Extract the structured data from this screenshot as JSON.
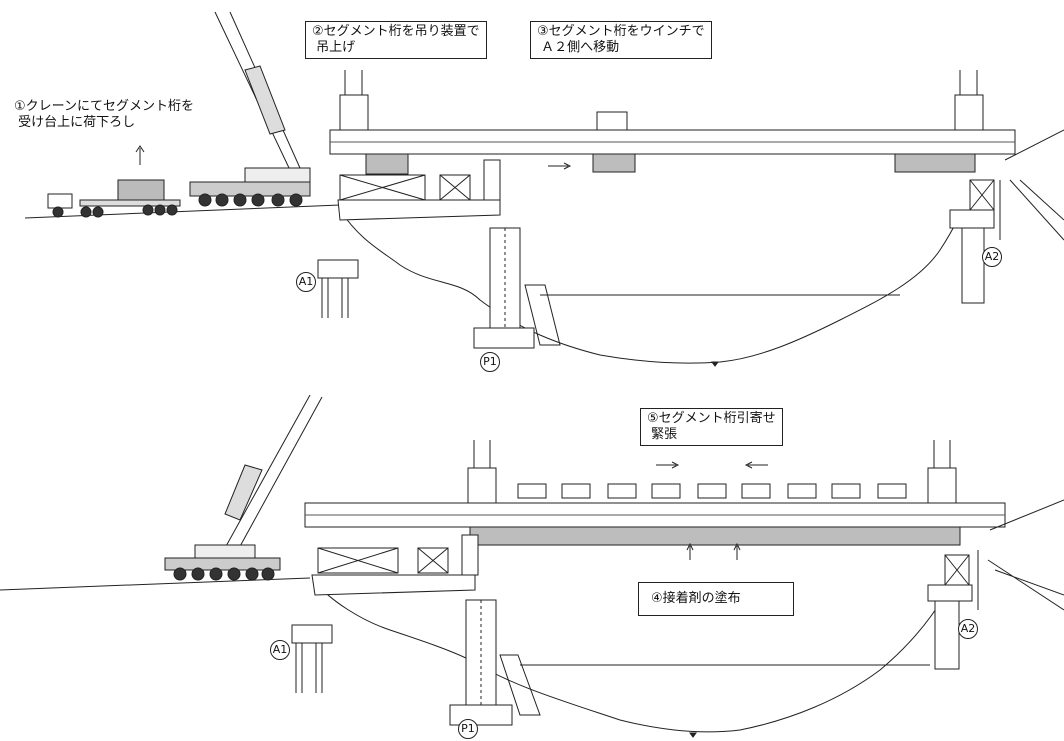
{
  "notes": {
    "step1": "①クレーンにてセグメント桁を\n 受け台上に荷下ろし",
    "step2": "②セグメント桁を吊り装置で\n 吊上げ",
    "step3": "③セグメント桁をウインチで\n Ａ２側へ移動",
    "step4": "④接着剤の塗布",
    "step5": "⑤セグメント桁引寄せ\n 緊張"
  },
  "labels": {
    "a1_top": "A1",
    "p1_top": "P1",
    "a2_top": "A2",
    "a1_bottom": "A1",
    "p1_bottom": "P1",
    "a2_bottom": "A2"
  },
  "colors": {
    "line": "#222222",
    "segment_fill": "#bdbdbd",
    "girder_fill": "#ffffff"
  }
}
